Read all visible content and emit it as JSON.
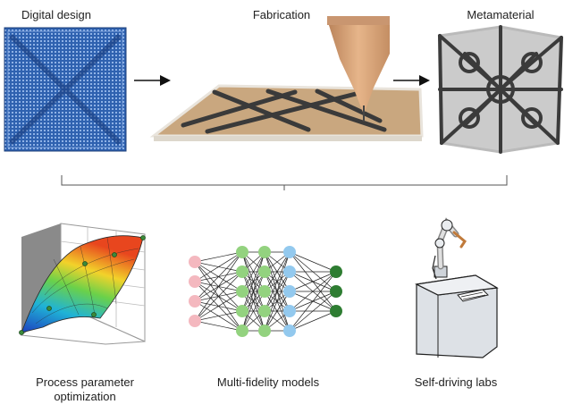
{
  "top_row": {
    "digital_design_label": "Digital design",
    "fabrication_label": "Fabrication",
    "metamaterial_label": "Metamaterial"
  },
  "bottom_row": {
    "process_label_line1": "Process parameter",
    "process_label_line2": "optimization",
    "multifidelity_label": "Multi-fidelity models",
    "selfdriving_label": "Self-driving labs"
  },
  "neural_net": {
    "layers": [
      4,
      5,
      5,
      5,
      3
    ],
    "layer_colors": [
      "#f4b8bf",
      "#93d27f",
      "#93d27f",
      "#93c9ee",
      "#2e7d32"
    ]
  },
  "colors": {
    "grid_blue": "#2f62b0",
    "filament": "#3a3a3a",
    "bed": "#c9a77f",
    "nozzle": "#d8a47a"
  }
}
